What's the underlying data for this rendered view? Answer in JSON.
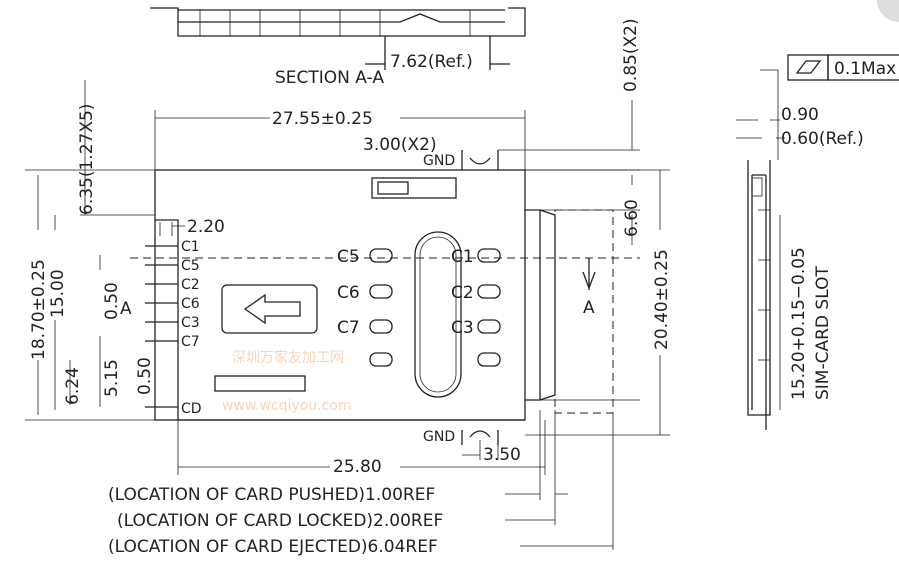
{
  "section": {
    "label": "SECTION A-A",
    "ref": "7.62(Ref.)"
  },
  "top_dims": {
    "width": "27.55±0.25",
    "gnd_width": "3.00(X2)",
    "offset": "0.85(X2)",
    "gnd_top": "GND",
    "gnd_bottom": "GND",
    "gnd_bottom_dim": "3.50"
  },
  "left_dims": {
    "pitch": "6.35(1.27X5)",
    "height": "18.70±0.25",
    "inner": "15.00",
    "bottom": "6.24",
    "c7cd": "5.15",
    "pin_w": "0.50",
    "pin_w2": "0.50",
    "pin_off": "2.20",
    "section_mark": "A"
  },
  "right_dims": {
    "height": "20.40±0.25",
    "top_gap": "6.60",
    "section_mark": "A"
  },
  "pins": [
    "C1",
    "C5",
    "C2",
    "C6",
    "C3",
    "C7",
    "CD"
  ],
  "contacts": {
    "left": [
      "C5",
      "C6",
      "C7"
    ],
    "right": [
      "C1",
      "C2",
      "C3"
    ]
  },
  "bottom_dims": {
    "length": "25.80",
    "pushed": "(LOCATION OF CARD PUSHED)1.00REF",
    "locked": "(LOCATION OF CARD LOCKED)2.00REF",
    "ejected": "(LOCATION OF CARD EJECTED)6.04REF"
  },
  "side_view": {
    "flatness": "0.1Max",
    "t1": "0.90",
    "t2": "0.60(Ref.)",
    "slot": "15.20+0.15−0.05",
    "slot_label": "SIM-CARD SLOT"
  },
  "watermark": {
    "cn": "深圳万家友加工网",
    "url": "www.wcqiyou.com"
  }
}
